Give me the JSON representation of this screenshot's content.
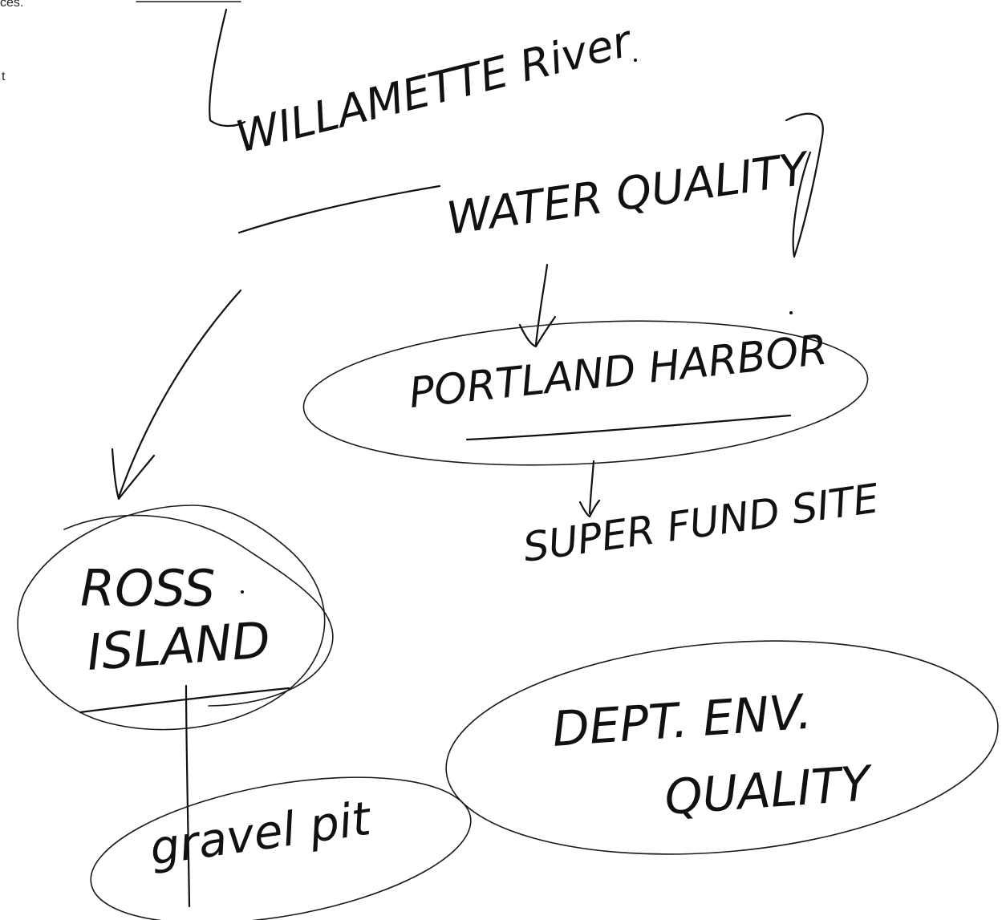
{
  "margin_fragments": [
    "ces.",
    "t"
  ],
  "nodes": {
    "root": {
      "line1": "WILLAMETTE River",
      "line2": "WATER QUALITY"
    },
    "portland_harbor": {
      "label": "PORTLAND HARBOR"
    },
    "superfund": {
      "label": "SUPER FUND SITE"
    },
    "ross_island": {
      "line1": "ROSS",
      "line2": "ISLAND"
    },
    "gravel_pit": {
      "label": "gravel pit"
    },
    "deq": {
      "line1": "DEPT. ENV.",
      "line2": "QUALITY"
    }
  },
  "colors": {
    "ink": "#111111",
    "paper": "#ffffff"
  }
}
